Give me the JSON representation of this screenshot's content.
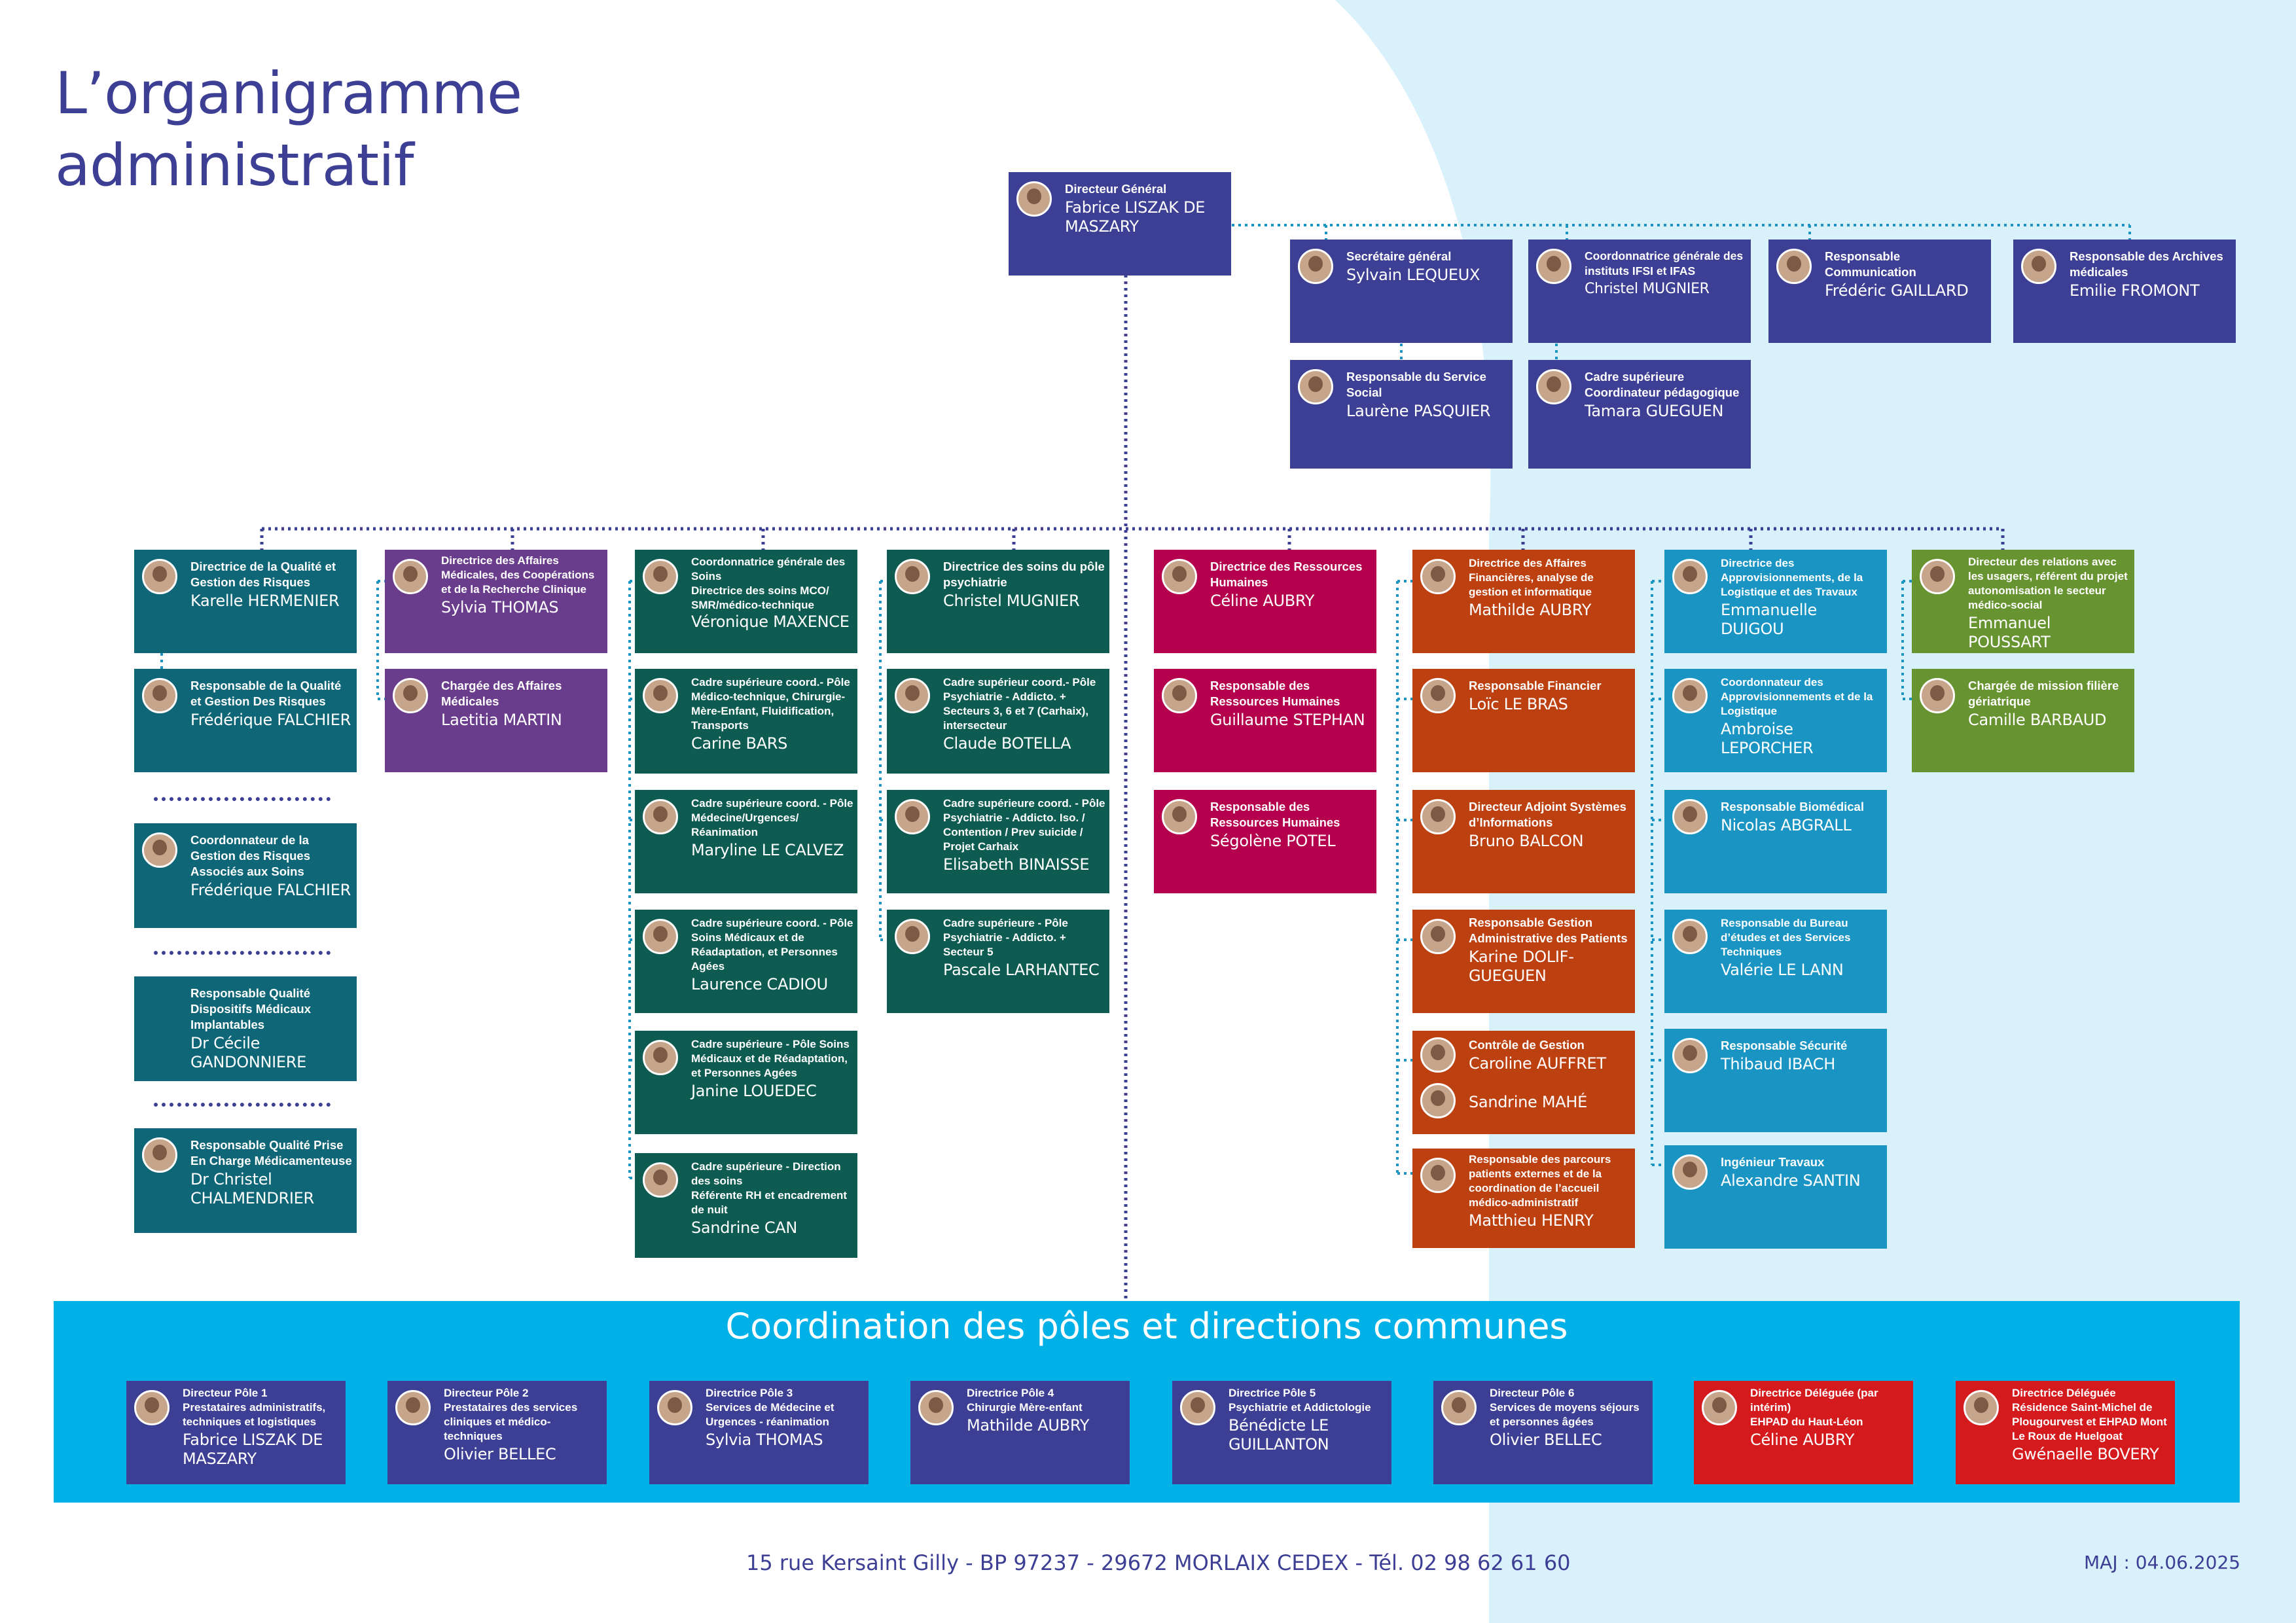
{
  "title": {
    "line1": "L’organigramme",
    "line2": "administratif"
  },
  "colors": {
    "indigo": "#3d3f95",
    "teal": "#0f6677",
    "violet": "#6a3d8c",
    "forest": "#0e5b52",
    "crimson": "#b5004d",
    "rust": "#bd4010",
    "sky": "#1a95c3",
    "olive": "#679330",
    "red": "#d41a1c",
    "band": "#00b1e8",
    "connector": "#1a95c3",
    "background_curve": "#d8f1fb"
  },
  "top": {
    "dg": {
      "role": "Directeur Général",
      "name": "Fabrice LISZAK DE MASZARY"
    },
    "staff": [
      {
        "role": "Secrétaire général",
        "name": "Sylvain LEQUEUX"
      },
      {
        "role": "Coordonnatrice générale des instituts IFSI et IFAS",
        "name": "Christel MUGNIER"
      },
      {
        "role": "Responsable Communication",
        "name": "Frédéric GAILLARD"
      },
      {
        "role": "Responsable des Archives médicales",
        "name": "Emilie FROMONT"
      },
      {
        "role": "Responsable du Service Social",
        "name": "Laurène PASQUIER"
      },
      {
        "role": "Cadre supérieure Coordinateur pédagogique",
        "name": "Tamara GUEGUEN"
      }
    ]
  },
  "directions": {
    "quality": [
      {
        "role": "Directrice de la Qualité et Gestion des Risques",
        "name": "Karelle HERMENIER"
      },
      {
        "role": "Responsable de la Qualité et Gestion Des Risques",
        "name": "Frédérique FALCHIER"
      },
      {
        "role": "Coordonnateur de la Gestion des Risques Associés aux Soins",
        "name": "Frédérique FALCHIER"
      },
      {
        "role": "Responsable Qualité Dispositifs Médicaux Implantables",
        "name": "Dr Cécile GANDONNIERE"
      },
      {
        "role": "Responsable Qualité Prise En Charge Médicamenteuse",
        "name": "Dr Christel CHALMENDRIER"
      }
    ],
    "medical": [
      {
        "role": "Directrice des Affaires Médicales, des Coopérations et de la Recherche Clinique",
        "name": "Sylvia THOMAS"
      },
      {
        "role": "Chargée des Affaires Médicales",
        "name": "Laetitia MARTIN"
      }
    ],
    "care": [
      {
        "role": "Coordonnatrice générale des Soins",
        "role2": "Directrice des soins MCO/ SMR/médico-technique",
        "name": "Véronique MAXENCE"
      },
      {
        "role": "Cadre supérieure coord.- Pôle Médico-technique, Chirurgie-Mère-Enfant, Fluidification, Transports",
        "name": "Carine BARS"
      },
      {
        "role": "Cadre supérieure coord. - Pôle Médecine/Urgences/ Réanimation",
        "name": "Maryline LE CALVEZ"
      },
      {
        "role": "Cadre supérieure coord. - Pôle Soins Médicaux et de Réadaptation, et Personnes Agées",
        "name": "Laurence CADIOU"
      },
      {
        "role": "Cadre supérieure - Pôle Soins Médicaux et de Réadaptation, et Personnes Agées",
        "name": "Janine LOUEDEC"
      },
      {
        "role": "Cadre supérieure - Direction des soins",
        "role2": "Référente RH et encadrement de nuit",
        "name": "Sandrine CAN"
      }
    ],
    "psy": [
      {
        "role": "Directrice des soins du pôle psychiatrie",
        "name": "Christel MUGNIER"
      },
      {
        "role": "Cadre supérieur coord.- Pôle Psychiatrie - Addicto. + Secteurs 3, 6 et 7 (Carhaix), intersecteur",
        "name": "Claude BOTELLA"
      },
      {
        "role": "Cadre supérieure coord. - Pôle Psychiatrie - Addicto. Iso. / Contention / Prev suicide / Projet Carhaix",
        "name": "Elisabeth BINAISSE"
      },
      {
        "role": "Cadre supérieure - Pôle Psychiatrie - Addicto. + Secteur 5",
        "name": "Pascale LARHANTEC"
      }
    ],
    "hr": [
      {
        "role": "Directrice des Ressources Humaines",
        "name": "Céline AUBRY"
      },
      {
        "role": "Responsable des Ressources Humaines",
        "name": "Guillaume STEPHAN"
      },
      {
        "role": "Responsable des Ressources Humaines",
        "name": "Ségolène POTEL"
      }
    ],
    "finance": [
      {
        "role": "Directrice des Affaires Financières, analyse de gestion et informatique",
        "name": "Mathilde AUBRY"
      },
      {
        "role": "Responsable Financier",
        "name": "Loïc LE BRAS"
      },
      {
        "role": "Directeur Adjoint Systèmes d’Informations",
        "name": "Bruno BALCON"
      },
      {
        "role": "Responsable Gestion Administrative des Patients",
        "name": "Karine DOLIF-GUEGUEN"
      },
      {
        "role": "Contrôle de Gestion",
        "name": "Caroline AUFFRET",
        "name2": "Sandrine MAHÉ"
      },
      {
        "role": "Responsable des parcours patients externes et de la coordination de l’accueil médico-administratif",
        "name": "Matthieu HENRY"
      }
    ],
    "supply": [
      {
        "role": "Directrice des Approvisionnements, de la Logistique et des Travaux",
        "name": "Emmanuelle DUIGOU"
      },
      {
        "role": "Coordonnateur des Approvisionnements et de la Logistique",
        "name": "Ambroise LEPORCHER"
      },
      {
        "role": "Responsable Biomédical",
        "name": "Nicolas ABGRALL"
      },
      {
        "role": "Responsable du Bureau d’études et des Services Techniques",
        "name": "Valérie LE LANN"
      },
      {
        "role": "Responsable Sécurité",
        "name": "Thibaud IBACH"
      },
      {
        "role": "Ingénieur Travaux",
        "name": "Alexandre SANTIN"
      }
    ],
    "users": [
      {
        "role": "Directeur des relations avec les usagers, référent du projet autonomisation le secteur médico-social",
        "name": "Emmanuel POUSSART"
      },
      {
        "role": "Chargée de mission filière gériatrique",
        "name": "Camille BARBAUD"
      }
    ]
  },
  "coordination": {
    "title": "Coordination des pôles et directions communes",
    "poles": [
      {
        "role": "Directeur Pôle 1",
        "role2": "Prestataires administratifs, techniques et logistiques",
        "name": "Fabrice LISZAK DE MASZARY"
      },
      {
        "role": "Directeur Pôle 2",
        "role2": "Prestataires des services cliniques et médico-techniques",
        "name": "Olivier BELLEC"
      },
      {
        "role": "Directrice Pôle 3",
        "role2": "Services de Médecine et Urgences - réanimation",
        "name": "Sylvia THOMAS"
      },
      {
        "role": "Directrice Pôle 4",
        "role2": "Chirurgie Mère-enfant",
        "name": "Mathilde AUBRY"
      },
      {
        "role": "Directrice Pôle 5",
        "role2": "Psychiatrie et Addictologie",
        "name": "Bénédicte LE GUILLANTON"
      },
      {
        "role": "Directeur Pôle 6",
        "role2": "Services de moyens séjours et personnes âgées",
        "name": "Olivier BELLEC"
      },
      {
        "role": "Directrice Déléguée (par intérim)",
        "role2": "EHPAD du Haut-Léon",
        "name": "Céline AUBRY"
      },
      {
        "role": "Directrice Déléguée Résidence Saint-Michel de Plougourvest et EHPAD Mont Le Roux de Huelgoat",
        "name": "Gwénaelle BOVERY"
      }
    ]
  },
  "footer": {
    "address": "15 rue Kersaint Gilly - BP 97237 - 29672 MORLAIX CEDEX - Tél. 02 98 62 61 60",
    "update": "MAJ : 04.06.2025"
  }
}
